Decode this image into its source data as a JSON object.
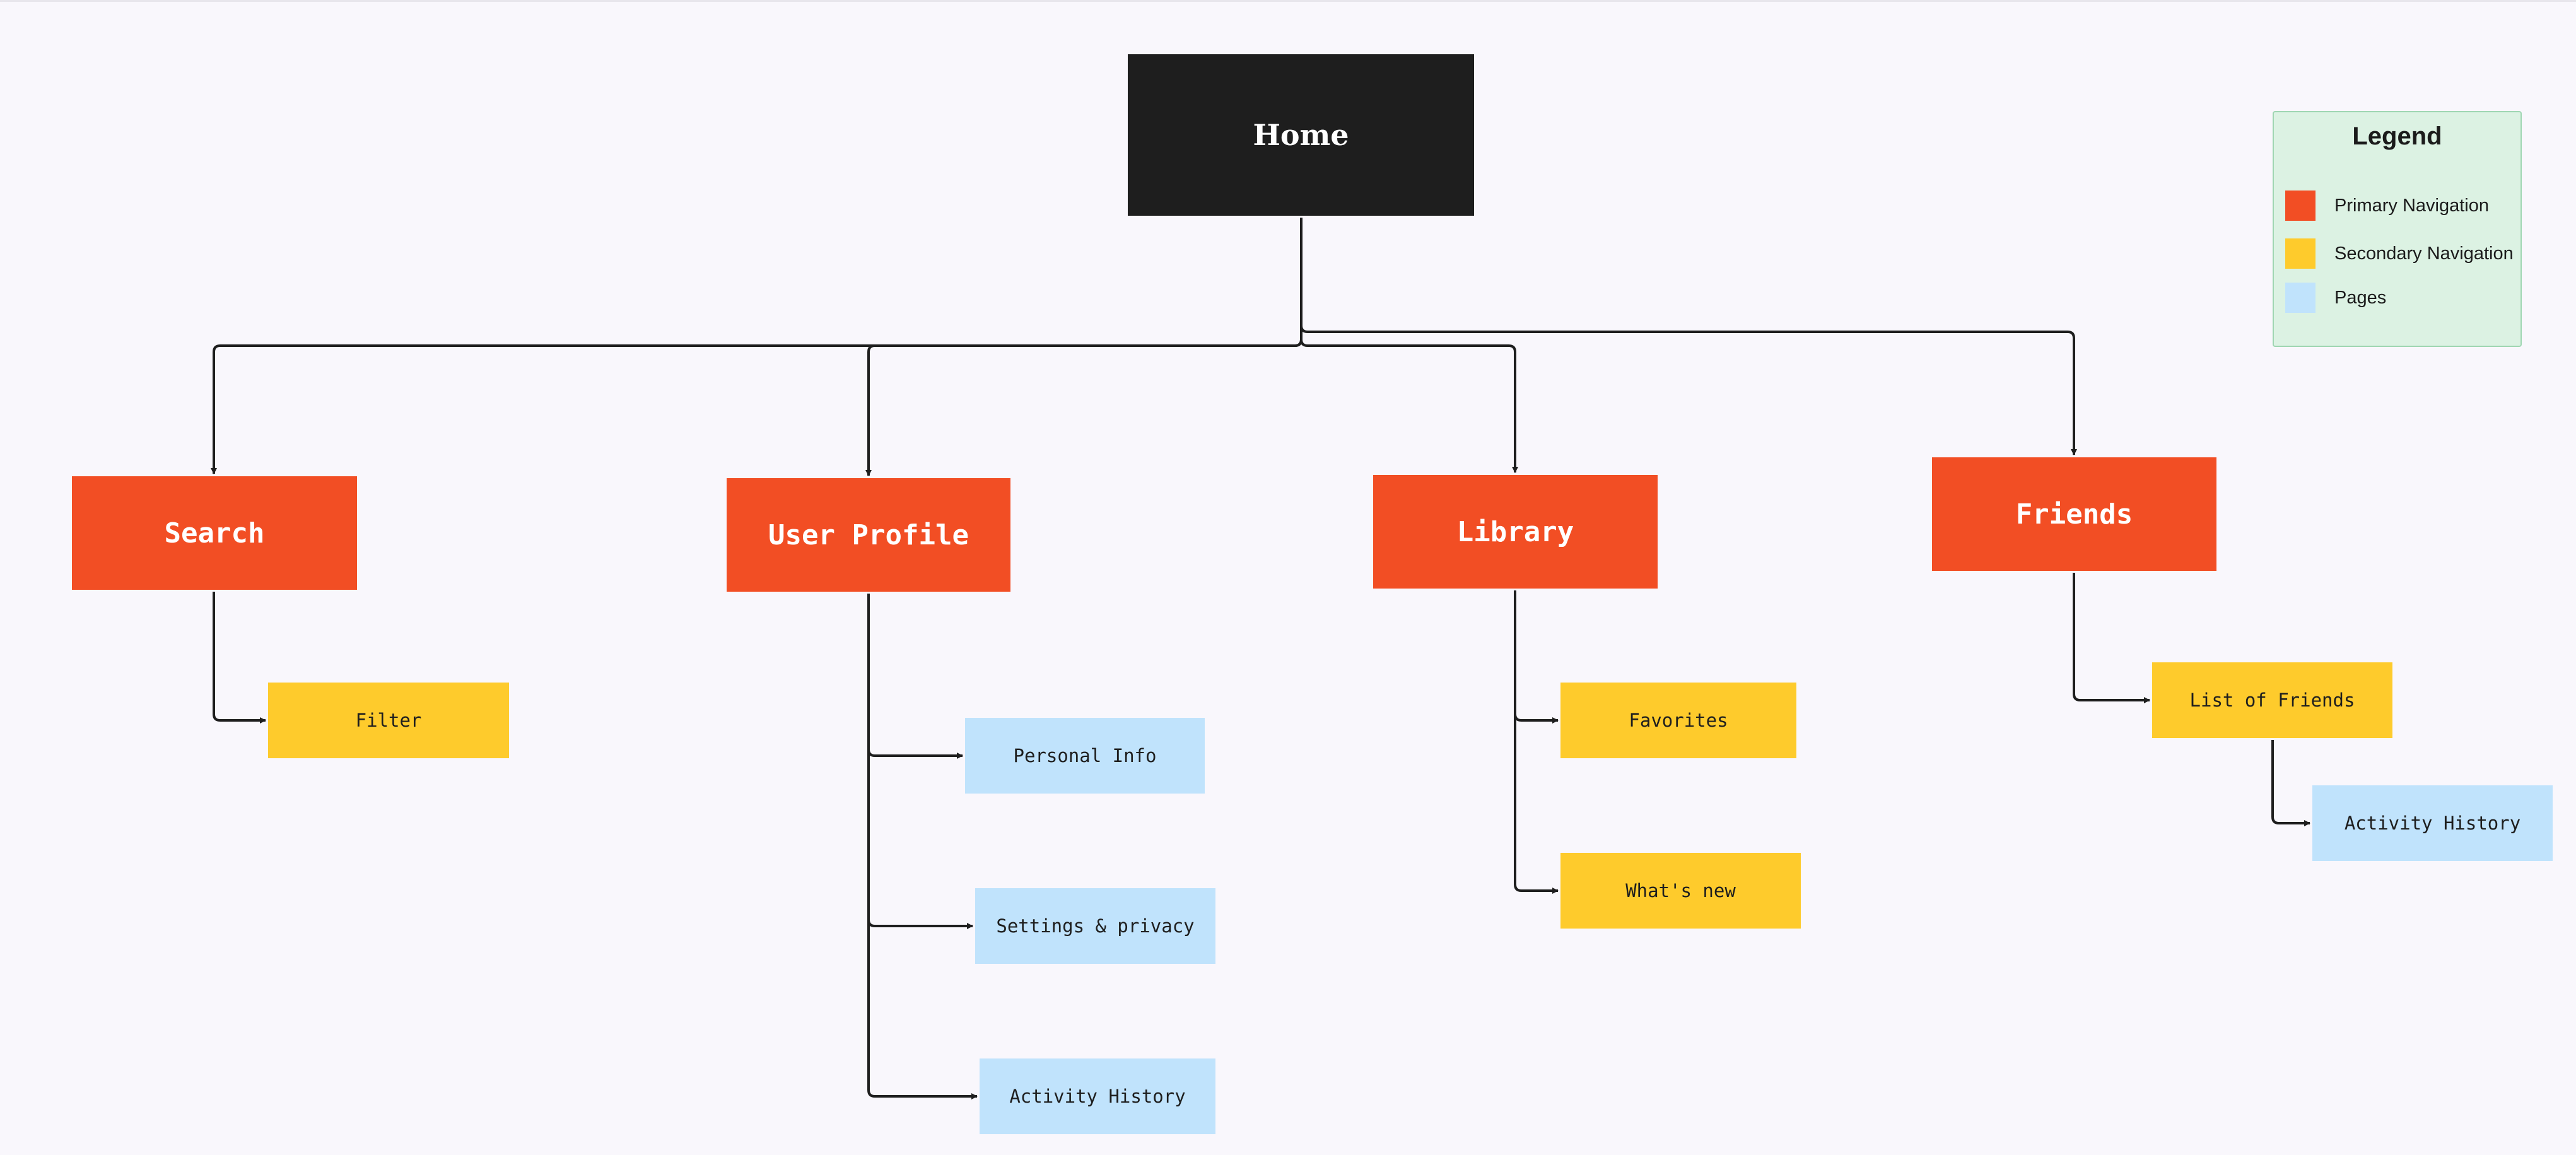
{
  "colors": {
    "background": "#f9f7fc",
    "home": "#1e1e1e",
    "home_text": "#ffffff",
    "primary": "#f24e24",
    "primary_text": "#ffffff",
    "secondary": "#fecb2c",
    "secondary_text": "#1e1e1e",
    "pages": "#c0e3fc",
    "pages_text": "#1e1e1e",
    "connector": "#1e1e1e"
  },
  "diagram": {
    "root": {
      "label": "Home"
    },
    "primary": {
      "search": {
        "label": "Search"
      },
      "user_profile": {
        "label": "User Profile"
      },
      "library": {
        "label": "Library"
      },
      "friends": {
        "label": "Friends"
      }
    },
    "secondary": {
      "filter": {
        "label": "Filter"
      },
      "favorites": {
        "label": "Favorites"
      },
      "whats_new": {
        "label": "What's new"
      },
      "list_of_friends": {
        "label": "List of Friends"
      }
    },
    "pages": {
      "personal_info": {
        "label": "Personal Info"
      },
      "settings_privacy": {
        "label": "Settings & privacy"
      },
      "activity_history": {
        "label": "Activity History"
      },
      "friends_activity_history": {
        "label": "Activity History"
      }
    },
    "edges": [
      [
        "Home",
        "Search"
      ],
      [
        "Home",
        "User Profile"
      ],
      [
        "Home",
        "Library"
      ],
      [
        "Home",
        "Friends"
      ],
      [
        "Search",
        "Filter"
      ],
      [
        "User Profile",
        "Personal Info"
      ],
      [
        "User Profile",
        "Settings & privacy"
      ],
      [
        "User Profile",
        "Activity History"
      ],
      [
        "Library",
        "Favorites"
      ],
      [
        "Library",
        "What's new"
      ],
      [
        "Friends",
        "List of Friends"
      ],
      [
        "List of Friends",
        "Activity History"
      ]
    ]
  },
  "legend": {
    "title": "Legend",
    "items": [
      {
        "label": "Primary Navigation",
        "color": "#f24e24"
      },
      {
        "label": "Secondary Navigation",
        "color": "#fecb2c"
      },
      {
        "label": "Pages",
        "color": "#c0e3fc"
      }
    ]
  }
}
